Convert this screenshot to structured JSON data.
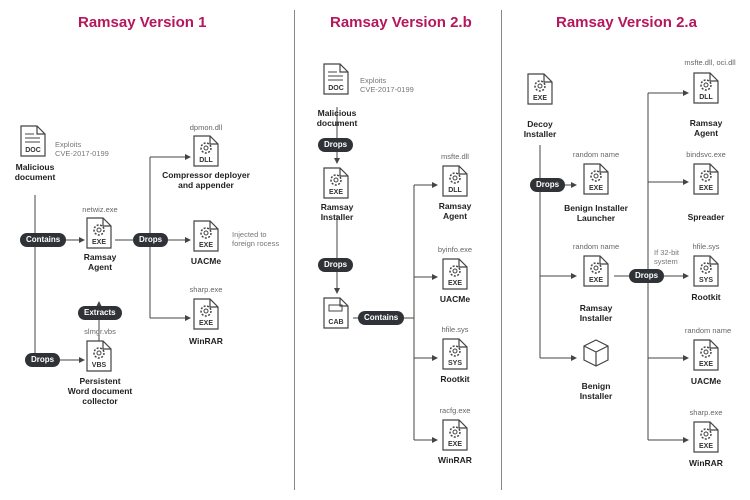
{
  "titles": {
    "v1": "Ramsay Version 1",
    "v2b": "Ramsay Version 2.b",
    "v2a": "Ramsay Version 2.a"
  },
  "v1": {
    "doc_type": "DOC",
    "exploits": "Exploits\nCVE-2017-0199",
    "malicious": "Malicious\ndocument",
    "contains": "Contains",
    "drops1": "Drops",
    "drops2": "Drops",
    "extracts": "Extracts",
    "agent_file": "netwiz.exe",
    "agent_type": "EXE",
    "agent_label": "Ramsay\nAgent",
    "vbs_file": "slmgr.vbs",
    "vbs_type": "VBS",
    "vbs_label": "Persistent\nWord document\ncollector",
    "dll_file": "dpmon.dll",
    "dll_type": "DLL",
    "dll_label": "Compressor deployer\nand appender",
    "uac_type": "EXE",
    "uac_label": "UACMe",
    "inject_note": "Injected to\nforeign rocess",
    "rar_file": "sharp.exe",
    "rar_type": "EXE",
    "rar_label": "WinRAR"
  },
  "v2b": {
    "doc_type": "DOC",
    "exploits": "Exploits\nCVE-2017-0199",
    "malicious": "Malicious\ndocument",
    "drops1": "Drops",
    "drops2": "Drops",
    "contains": "Contains",
    "inst_type": "EXE",
    "inst_label": "Ramsay\nInstaller",
    "cab_type": "CAB",
    "agent_file": "msfte.dll",
    "agent_type": "DLL",
    "agent_label": "Ramsay\nAgent",
    "uac_file": "byinfo.exe",
    "uac_type": "EXE",
    "uac_label": "UACMe",
    "rk_file": "hfile.sys",
    "rk_type": "SYS",
    "rk_label": "Rootkit",
    "rar_file": "racfg.exe",
    "rar_type": "EXE",
    "rar_label": "WinRAR"
  },
  "v2a": {
    "decoy_type": "EXE",
    "decoy_label": "Decoy\nInstaller",
    "drops1": "Drops",
    "drops2": "Drops",
    "launcher_file": "random name",
    "launcher_type": "EXE",
    "launcher_label": "Benign Installer\nLauncher",
    "inst_file": "random name",
    "inst_type": "EXE",
    "inst_label": "Ramsay\nInstaller",
    "benign_label": "Benign\nInstaller",
    "agent_file": "msfte.dll, oci.dll",
    "agent_type": "DLL",
    "agent_label": "Ramsay\nAgent",
    "spread_file": "bindsvc.exe",
    "spread_type": "EXE",
    "spread_label": "Spreader",
    "rk_note": "If 32-bit\nsystem",
    "rk_file": "hfile.sys",
    "rk_type": "SYS",
    "rk_label": "Rootkit",
    "uac_file": "random name",
    "uac_type": "EXE",
    "uac_label": "UACMe",
    "rar_file": "sharp.exe",
    "rar_type": "EXE",
    "rar_label": "WinRAR"
  }
}
